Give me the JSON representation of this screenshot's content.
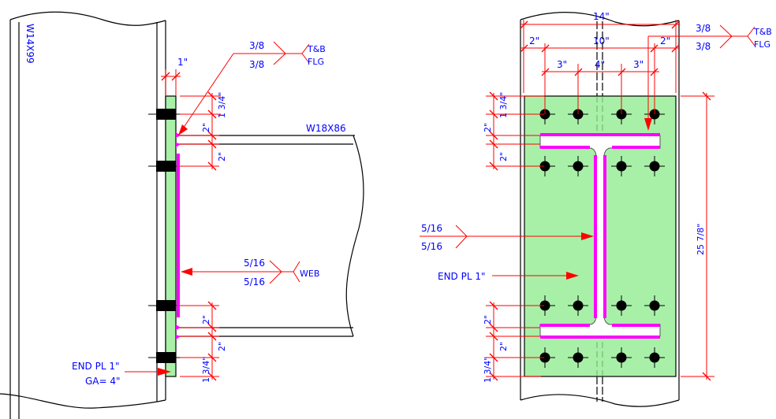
{
  "side_view": {
    "column_label": "W14X99",
    "beam_label": "W18X86",
    "plate_thickness_dim": "1\"",
    "top_dims": [
      "1 3/4\"",
      "2\"",
      "2\""
    ],
    "bottom_dims": [
      "2\"",
      "2\"",
      "1 3/4\""
    ],
    "flange_weld": {
      "top_size": "3/8",
      "bottom_size": "3/8",
      "tail_line1": "T&B",
      "tail_line2": "FLG"
    },
    "web_weld": {
      "top_size": "5/16",
      "bottom_size": "5/16",
      "tail": "WEB"
    },
    "notes": [
      "END PL 1\"",
      "GA= 4\""
    ]
  },
  "end_view": {
    "width_overall": "14\"",
    "width_inner": "10\"",
    "edge_left": "2\"",
    "edge_right": "2\"",
    "bolt_spacing": [
      "3\"",
      "4\"",
      "3\""
    ],
    "height_overall": "25 7/8\"",
    "top_dims": [
      "1 3/4\"",
      "2\"",
      "2\""
    ],
    "bottom_dims": [
      "2\"",
      "2\"",
      "1 3/4\""
    ],
    "flange_weld": {
      "top_size": "3/8",
      "bottom_size": "3/8",
      "tail_line1": "T&B",
      "tail_line2": "FLG"
    },
    "web_weld": {
      "top_size": "5/16",
      "bottom_size": "5/16"
    },
    "note": "END PL 1\""
  },
  "colors": {
    "dimension": "#ff0000",
    "text": "#0000ff",
    "weld": "#ff00ff",
    "plate": "#a8f0a8"
  }
}
